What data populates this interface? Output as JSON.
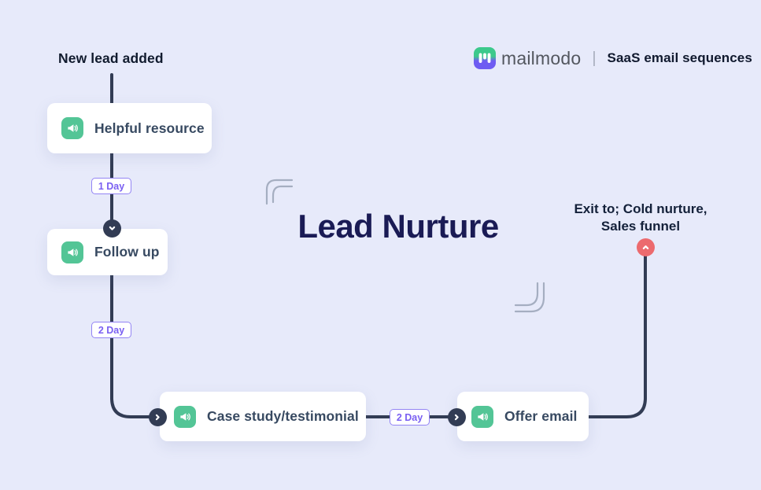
{
  "title": "Lead Nurture",
  "branding": {
    "logo_text": "mailmodo",
    "divider": "|",
    "tagline": "SaaS email sequences"
  },
  "flow": {
    "start_label": "New lead added",
    "nodes": [
      {
        "label": "Helpful resource",
        "icon": "megaphone-icon"
      },
      {
        "label": "Follow up",
        "icon": "megaphone-icon"
      },
      {
        "label": "Case study/testimonial",
        "icon": "megaphone-icon"
      },
      {
        "label": "Offer email",
        "icon": "megaphone-icon"
      }
    ],
    "delays": [
      "1 Day",
      "2 Day",
      "2 Day"
    ],
    "exit_label_line1": "Exit to; Cold nurture,",
    "exit_label_line2": "Sales funnel",
    "connector_icons": [
      "chevron-down-icon",
      "chevron-right-icon",
      "chevron-right-icon",
      "chevron-up-icon"
    ]
  },
  "colors": {
    "background": "#e7eafa",
    "connector_line": "#323c54",
    "node_icon_green": "#53c596",
    "badge_purple": "#7a60f2",
    "exit_red": "#ec6a6e",
    "title_navy": "#1a1b55",
    "logo_green": "#3cc98c",
    "logo_purple": "#6e5bf2",
    "decorative_gray": "#a5aec1"
  }
}
